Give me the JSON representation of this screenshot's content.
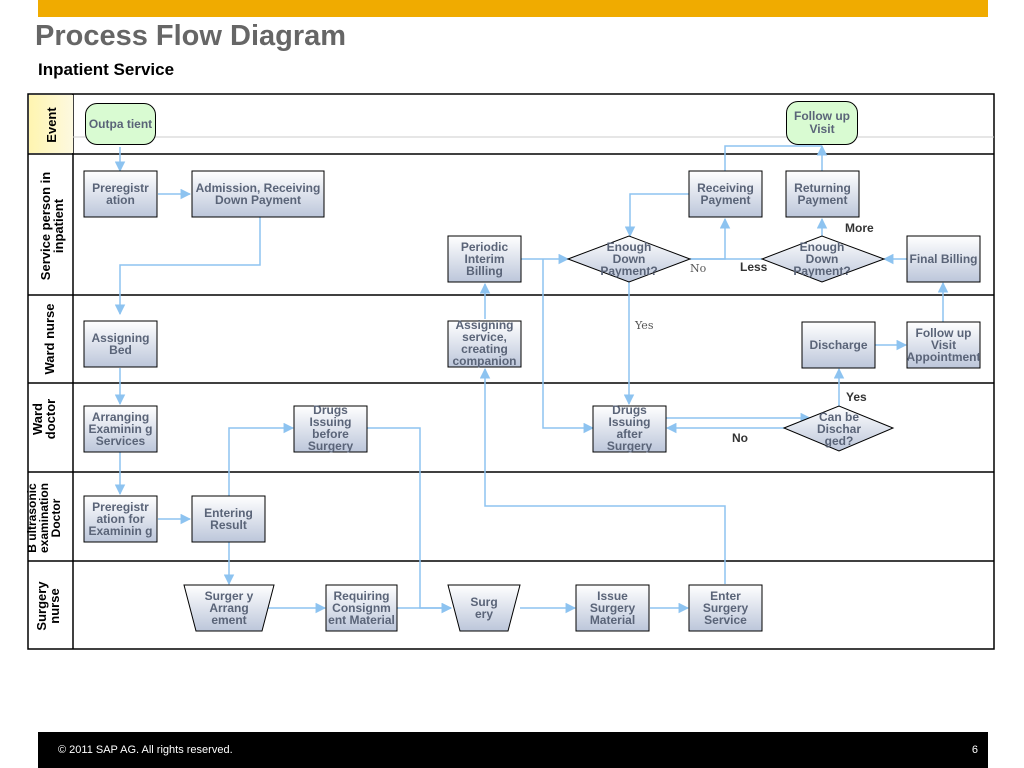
{
  "header": {
    "title": "Process Flow Diagram",
    "subtitle": "Inpatient Service"
  },
  "lanes": [
    "Event",
    "Service person in inpatient",
    "Ward nurse",
    "Ward doctor",
    "B ultrasonic examination Doctor",
    "Surgery nurse"
  ],
  "nodes": {
    "outpatient": "Outpa tient",
    "follow_up_visit": "Follow up Visit",
    "preregistration": "Preregistr ation",
    "admission": "Admission, Receiving Down Payment",
    "receiving_payment": "Receiving Payment",
    "returning_payment": "Returning Payment",
    "periodic_interim_billing": "Periodic Interim Billing",
    "enough_down_payment_1": "Enough Down Payment?",
    "enough_down_payment_2": "Enough Down Payment?",
    "final_billing": "Final Billing",
    "assigning_bed": "Assigning Bed",
    "assigning_service": "Assigning service, creating companion",
    "discharge": "Discharge",
    "follow_up_appointment": "Follow up Visit Appointment",
    "arranging_examining": "Arranging Examinin g Services",
    "drugs_before_surgery": "Drugs Issuing before Surgery",
    "drugs_after_surgery": "Drugs Issuing after Surgery",
    "can_be_discharged": "Can be Dischar ged?",
    "preregistration_examining": "Preregistr ation for Examinin g",
    "entering_result": "Entering Result",
    "surgery_arrangement": "Surger y Arrang ement",
    "requiring_consignment": "Requiring Consignm ent Material",
    "surgery": "Surg ery",
    "issue_surgery_material": "Issue Surgery Material",
    "enter_surgery_service": "Enter Surgery Service"
  },
  "edge_labels": {
    "no_1": "No",
    "less": "Less",
    "more": "More",
    "yes_1": "Yes",
    "yes_2": "Yes",
    "no_2": "No"
  },
  "footer": {
    "copyright": "©  2011 SAP AG. All rights reserved.",
    "page": "6"
  },
  "colors": {
    "accent_bar": "#f0ab00",
    "connector": "#8dc3f0",
    "event_lane": "#fff5b0",
    "pill_fill": "#d9fbd2"
  }
}
